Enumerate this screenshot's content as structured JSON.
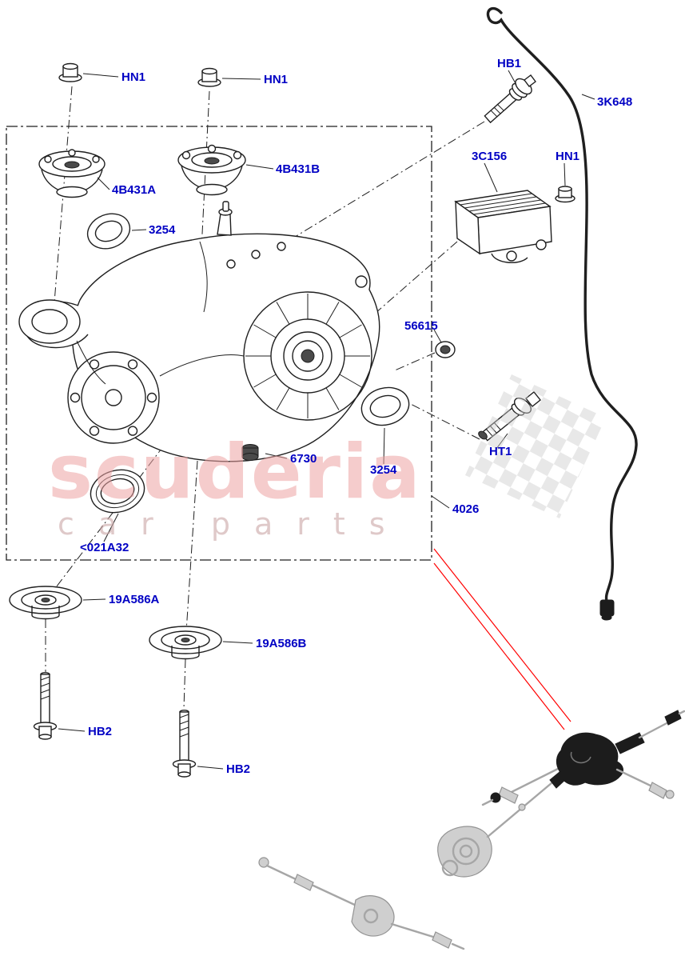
{
  "watermark": {
    "title": "scuderia",
    "subtitle": "car parts"
  },
  "labels": [
    {
      "id": "hn1-top-left",
      "text": "HN1"
    },
    {
      "id": "hn1-top-mid",
      "text": "HN1"
    },
    {
      "id": "hb1",
      "text": "HB1"
    },
    {
      "id": "3k648",
      "text": "3K648"
    },
    {
      "id": "3c156",
      "text": "3C156"
    },
    {
      "id": "hn1-right",
      "text": "HN1"
    },
    {
      "id": "4b431b",
      "text": "4B431B"
    },
    {
      "id": "4b431a",
      "text": "4B431A"
    },
    {
      "id": "3254-upper",
      "text": "3254"
    },
    {
      "id": "56615",
      "text": "56615"
    },
    {
      "id": "6730",
      "text": "6730"
    },
    {
      "id": "3254-lower",
      "text": "3254"
    },
    {
      "id": "ht1",
      "text": "HT1"
    },
    {
      "id": "4026",
      "text": "4026"
    },
    {
      "id": "021a32",
      "text": "<021A32"
    },
    {
      "id": "19a586a",
      "text": "19A586A"
    },
    {
      "id": "19a586b",
      "text": "19A586B"
    },
    {
      "id": "hb2-left",
      "text": "HB2"
    },
    {
      "id": "hb2-mid",
      "text": "HB2"
    }
  ],
  "colors": {
    "label_text": "#0000c4",
    "line": "#1f1f1f",
    "watermark_title": "#eda3a3",
    "watermark_subtitle": "#caa6a6",
    "pointer_red": "#ff0000",
    "thumbnail_gray": "#a6a6a6",
    "highlight_black": "#1c1c1c"
  }
}
